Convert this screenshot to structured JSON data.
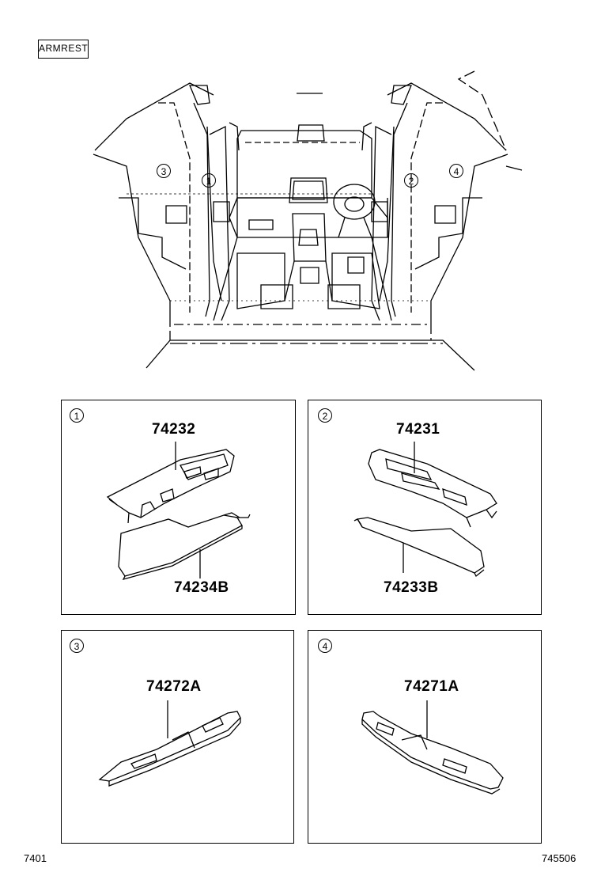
{
  "header": {
    "section_label": "ARMREST"
  },
  "overview": {
    "callouts": [
      "3",
      "1",
      "2",
      "4"
    ]
  },
  "panels": [
    {
      "index": "1",
      "parts": [
        "74232",
        "74234B"
      ]
    },
    {
      "index": "2",
      "parts": [
        "74231",
        "74233B"
      ]
    },
    {
      "index": "3",
      "parts": [
        "74272A"
      ]
    },
    {
      "index": "4",
      "parts": [
        "74271A"
      ]
    }
  ],
  "footer": {
    "left_code": "7401",
    "right_code": "745506"
  }
}
